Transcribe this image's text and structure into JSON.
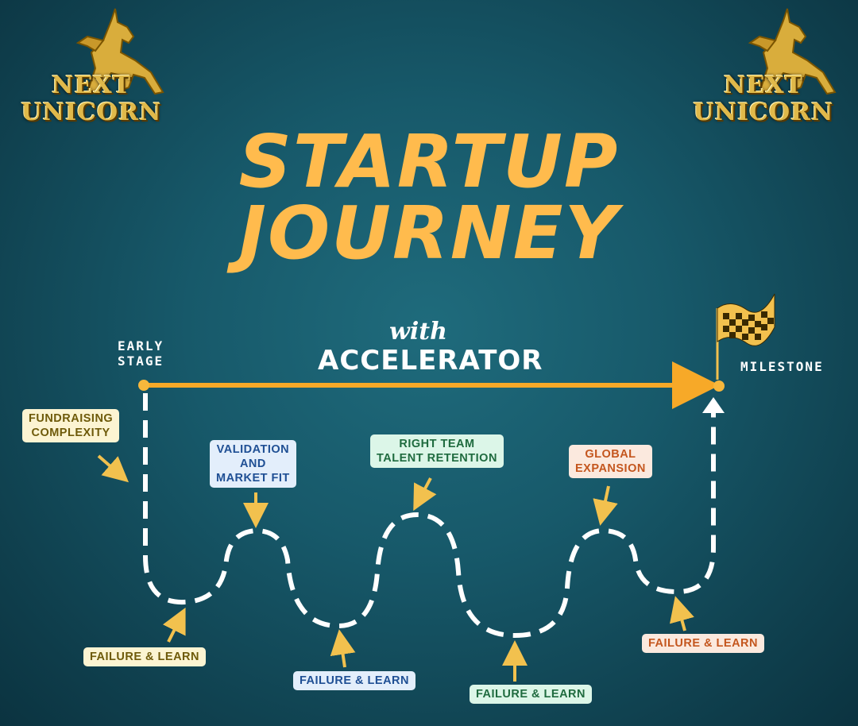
{
  "logo_text": {
    "line1": "NEXT",
    "line2": "UNICORN"
  },
  "title": {
    "line1": "STARTUP",
    "line2": "JOURNEY"
  },
  "accelerator": {
    "with": "with",
    "label": "ACCELERATOR"
  },
  "labels": {
    "early_stage": [
      "EARLY",
      "STAGE"
    ],
    "milestone": "MILESTONE"
  },
  "challenges": {
    "fundraising": [
      "FUNDRAISING",
      "COMPLEXITY"
    ],
    "validation": [
      "VALIDATION",
      "AND",
      "MARKET FIT"
    ],
    "right_team": [
      "RIGHT TEAM",
      "TALENT RETENTION"
    ],
    "global": [
      "GLOBAL",
      "EXPANSION"
    ]
  },
  "failures": {
    "f1": "FAILURE & LEARN",
    "f2": "FAILURE & LEARN",
    "f3": "FAILURE & LEARN",
    "f4": "FAILURE & LEARN"
  },
  "colors": {
    "title": "#ffbb4d",
    "arrow": "#f7a928",
    "path": "#ffffff",
    "pointer": "#f2c14e",
    "gold": "#e0b94a"
  },
  "icons": [
    "unicorn-icon",
    "checkered-flag-icon"
  ]
}
